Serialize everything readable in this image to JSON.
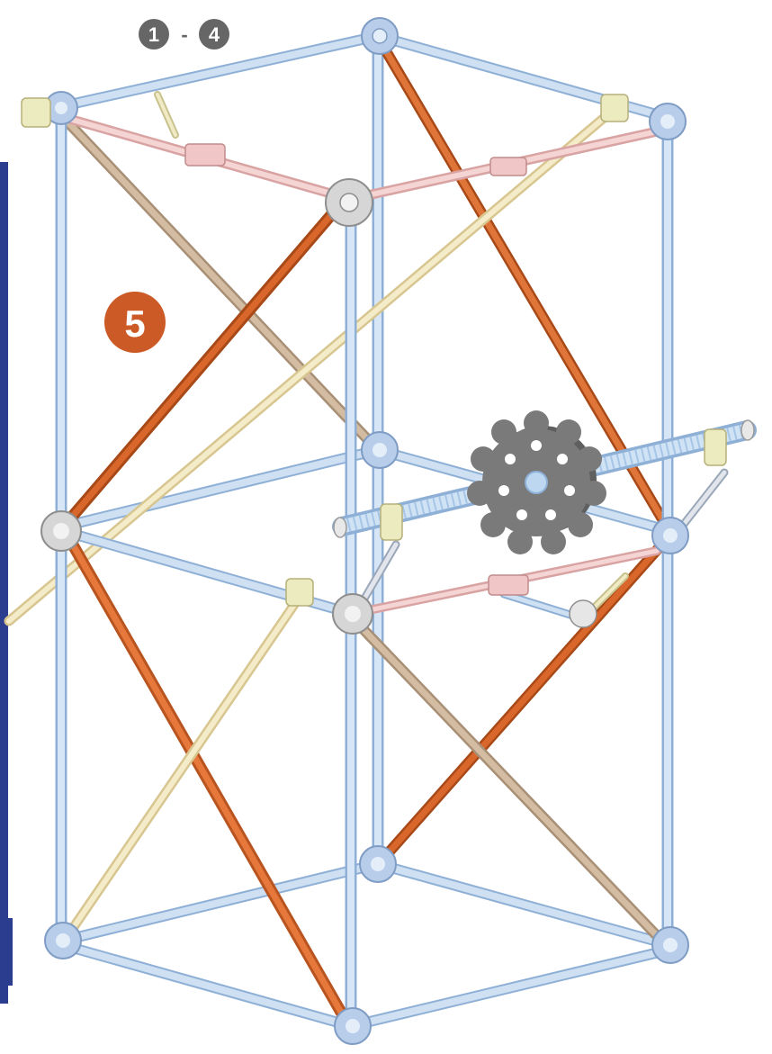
{
  "step_range": {
    "start": "1",
    "separator": "-",
    "end": "4"
  },
  "current_step": {
    "number": "5"
  },
  "colors": {
    "frame_rod": "#b9d3ee",
    "frame_rod_edge": "#8fb0d6",
    "orange_rod": "#d9662a",
    "tan_rod": "#c9ad94",
    "cream_rod": "#efe2b6",
    "pink_rod": "#f0c6c6",
    "connector": "#b8cdea",
    "connector_white": "#dcdcdc",
    "connector_yellow": "#ecebc0",
    "gear": "#6e6e6e",
    "axle": "#bcd7ef",
    "step_badge_gray": "#666666",
    "step_badge_orange": "#cc5a26",
    "side_border": "#2b3d8f"
  }
}
